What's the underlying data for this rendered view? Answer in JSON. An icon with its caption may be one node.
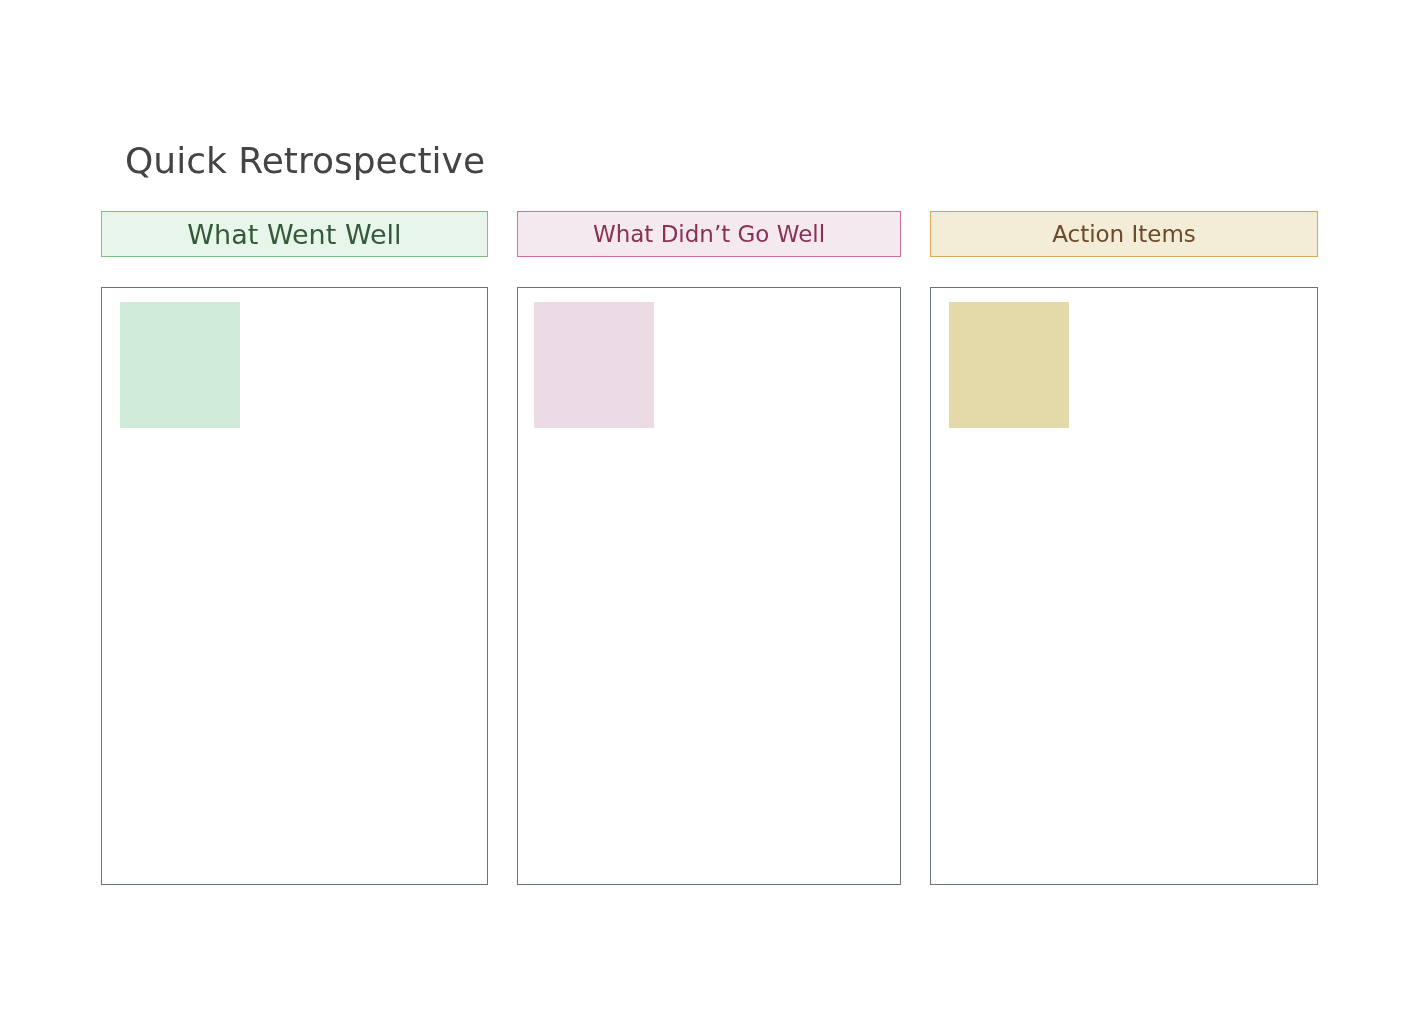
{
  "diagram": {
    "title": "Quick Retrospective",
    "nodes": [
      {
        "text": [
          "What Went Well"
        ]
      },
      {
        "text": [
          "What Didn’t Go Well"
        ]
      },
      {
        "text": [
          "Action Items"
        ]
      },
      {
        "text": [],
        "shape": "box"
      },
      {
        "text": [],
        "shape": "box",
        "in": 3
      },
      {
        "text": [],
        "shape": "box"
      },
      {
        "text": [],
        "shape": "box",
        "in": 5
      },
      {
        "text": [],
        "shape": "box"
      },
      {
        "text": [],
        "shape": "box",
        "in": 7
      }
    ]
  }
}
